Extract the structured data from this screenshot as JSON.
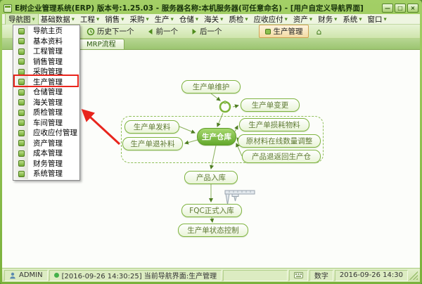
{
  "window": {
    "title": "E树企业管理系统(ERP) 版本号:1.25.03 - 服务器名称:本机服务器(可任意命名) - [用户自定义导航界面]",
    "minimize": "—",
    "maximize": "□",
    "close": "×"
  },
  "menubar": {
    "items": [
      {
        "label": "导航图"
      },
      {
        "label": "基础数据"
      },
      {
        "label": "工程"
      },
      {
        "label": "销售"
      },
      {
        "label": "采购"
      },
      {
        "label": "生产"
      },
      {
        "label": "仓储"
      },
      {
        "label": "海关"
      },
      {
        "label": "质检"
      },
      {
        "label": "应收应付"
      },
      {
        "label": "资产"
      },
      {
        "label": "财务"
      },
      {
        "label": "系统"
      },
      {
        "label": "窗口"
      }
    ]
  },
  "toolbar": {
    "history": "历史下一个",
    "prev": "前一个",
    "next": "后一个",
    "current": "生产管理"
  },
  "nav_menu": {
    "items": [
      {
        "label": "导航主页"
      },
      {
        "label": "基本资料"
      },
      {
        "label": "工程管理"
      },
      {
        "label": "销售管理"
      },
      {
        "label": "采购管理"
      },
      {
        "label": "生产管理"
      },
      {
        "label": "仓储管理"
      },
      {
        "label": "海关管理"
      },
      {
        "label": "质检管理"
      },
      {
        "label": "车间管理"
      },
      {
        "label": "应收应付管理"
      },
      {
        "label": "资产管理"
      },
      {
        "label": "成本管理"
      },
      {
        "label": "财务管理"
      },
      {
        "label": "系统管理"
      }
    ],
    "highlighted": "生产管理"
  },
  "tabs": {
    "mrp": "MRP流程"
  },
  "flowchart": {
    "maintain": "生产单维护",
    "change": "生产单变更",
    "issue": "生产单发料",
    "return_supplement": "生产单退补料",
    "warehouse": "生产仓库",
    "loss": "生产单损耗物料",
    "adjust": "原材料在线数量调整",
    "product_return": "产品退返回生产仓",
    "product_in": "产品入库",
    "fqc_in": "FQC正式入库",
    "status_control": "生产单状态控制"
  },
  "statusbar": {
    "user": "ADMIN",
    "message": "[2016-09-26 14:30:25] 当前导航界面:生产管理",
    "ime": "数字",
    "datetime": "2016-09-26 14:30"
  },
  "colors": {
    "accent_green": "#7cb338",
    "annotation_red": "#e8251d"
  }
}
